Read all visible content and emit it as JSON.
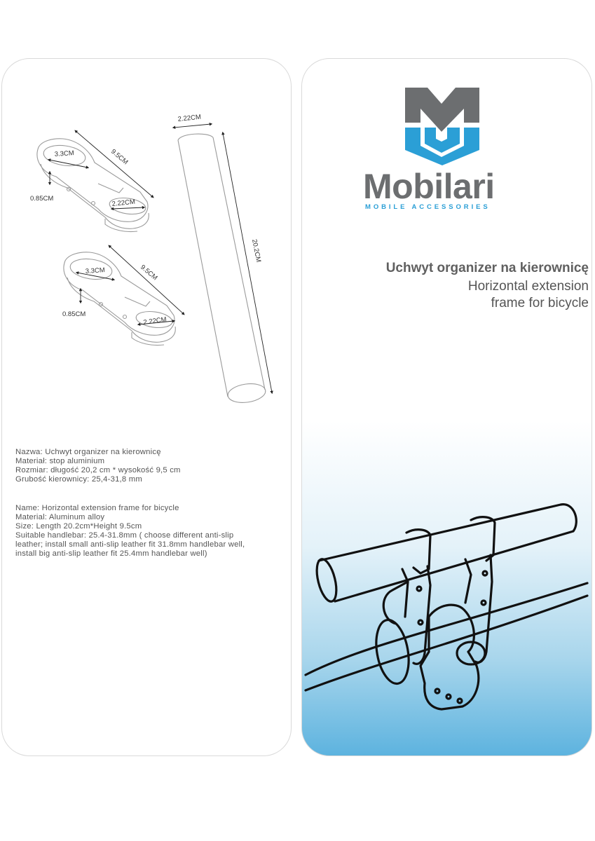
{
  "brand": {
    "name": "Mobilari",
    "tagline": "MOBILE ACCESSORIES",
    "colors": {
      "grey": "#6c6e70",
      "blue": "#2b9fd6"
    }
  },
  "product_title": {
    "polish": "Uchwyt organizer na kierownicę",
    "english_line1": "Horizontal extension",
    "english_line2": "frame for bicycle"
  },
  "dimensions": {
    "clamp_top": {
      "ring_large": "3.3CM",
      "length": "9.5CM",
      "height": "0.85CM",
      "ring_small": "2.22CM"
    },
    "clamp_bottom": {
      "ring_large": "3.3CM",
      "length": "9.5CM",
      "height": "0.85CM",
      "ring_small": "2.22CM"
    },
    "tube": {
      "diameter": "2.22CM",
      "length": "20.2CM"
    }
  },
  "specs_pl": [
    "Nazwa: Uchwyt organizer na kierownicę",
    "Materiał: stop aluminium",
    "Rozmiar: długość 20,2 cm * wysokość 9,5 cm",
    "Grubość kierownicy: 25,4-31,8 mm"
  ],
  "specs_en": [
    "Name: Horizontal extension frame for bicycle",
    "Material: Aluminum alloy",
    "Size: Length 20.2cm*Height 9.5cm",
    "Suitable handlebar: 25.4-31.8mm ( choose different anti-slip",
    "leather; install small anti-slip leather fit 31.8mm handlebar well,",
    "install big anti-slip leather fit 25.4mm handlebar well)"
  ],
  "icons": [
    "mobilari-logo-icon",
    "clamp-drawing-icon",
    "tube-drawing-icon",
    "bicycle-mount-illustration-icon"
  ]
}
